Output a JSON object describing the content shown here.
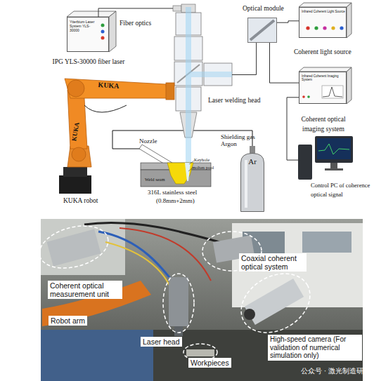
{
  "diagram": {
    "nodes": [
      {
        "text": [
          "Ytterbium Laser System YLS-30000",
          "IPG YLS-30000 fiber laser"
        ]
      },
      {
        "text": [
          "Laser welding head"
        ]
      },
      {
        "text": [
          "Optical module"
        ]
      },
      {
        "text": [
          "Infrared Coherent Light Source",
          "Coherent light source"
        ]
      },
      {
        "text": [
          "Infrared Coherent Imaging System",
          "Coherent optical imaging system"
        ]
      },
      {
        "text": [
          "Control PC of coherence optical signal"
        ]
      },
      {
        "text": [
          "Ar"
        ]
      }
    ],
    "edges": [
      {
        "from": 0,
        "to": 1,
        "arrow": "none",
        "label": "Fiber optics"
      },
      {
        "from": 1,
        "to": 2,
        "arrow": "none"
      },
      {
        "from": 2,
        "to": 3,
        "arrow": "none"
      },
      {
        "from": 2,
        "to": 4,
        "arrow": "none"
      },
      {
        "from": 4,
        "to": 5,
        "arrow": "none"
      }
    ],
    "labels": [
      "KUKA",
      "KUKA",
      "KUKA robot",
      "Nozzle",
      "Shielding gas Argon",
      "Keyhole",
      "molten pool",
      "Weld seam",
      "316L stainless steel",
      "(0.8mm+2mm)",
      "Coaxial coherent optical system",
      "Coherent optical measurement unit",
      "Robot arm",
      "Laser head",
      "High-speed camera (For validation of numerical simulation only)",
      "Workpieces",
      "公众号 · 激光制造研究"
    ]
  }
}
